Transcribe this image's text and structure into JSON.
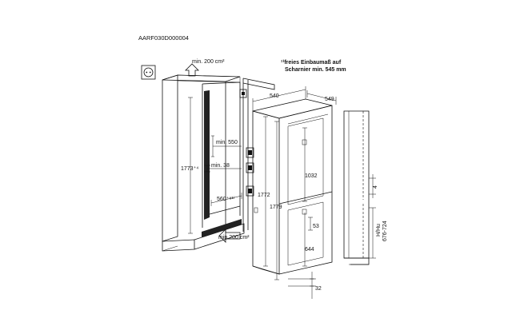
{
  "doc": {
    "code": "AARF030D000004"
  },
  "labels": {
    "air_top": "min. 200 cm²",
    "air_bottom": "min.200 cm²",
    "note_line1": "¹⁾freies Einbaumaß auf",
    "note_line2": "Scharnier min. 545 mm",
    "min550": "min. 550",
    "min38": "min. 38",
    "niche_height": "1773⁺⁴",
    "niche_width": "560⁺⁸¹⁾",
    "width_540": "540",
    "depth_549": "549",
    "height_1772": "1772",
    "height_1779": "1779",
    "fridge_1032": "1032",
    "gap_53": "53",
    "freezer_644": "644",
    "foot_32": "32",
    "door_4": "4",
    "door_hmu_line1": "H/Hu",
    "door_hmu_line2": "676-724"
  }
}
